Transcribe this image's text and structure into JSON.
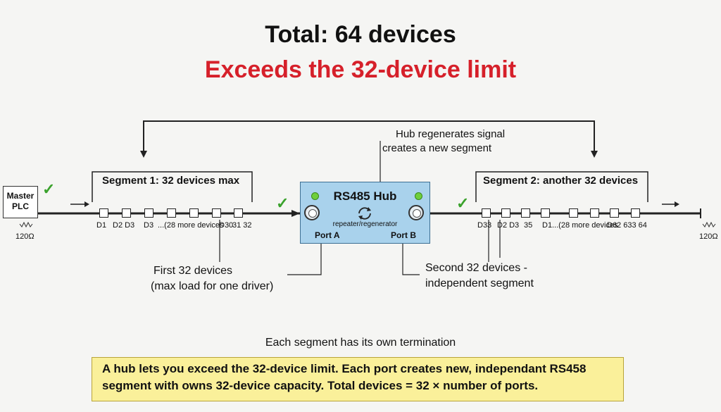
{
  "title": "Total: 64 devices",
  "subtitle": "Exceeds the 32-device limit",
  "colors": {
    "alert": "#d6202a",
    "hub_fill": "#a9d2ec",
    "check": "#3aa22c",
    "note_fill": "#faf09a"
  },
  "master": {
    "label_line1": "Master",
    "label_line2": "PLC",
    "termination": "120Ω"
  },
  "right_termination": "120Ω",
  "segment1": {
    "label": "Segment 1: 32 devices max",
    "device_labels": [
      "D1",
      "D2 D3",
      "D3",
      "...(28 more devices",
      "D30",
      "31 32"
    ],
    "callout_line1": "First 32 devices",
    "callout_line2": "(max load for one driver)"
  },
  "hub": {
    "title": "RS485 Hub",
    "subtitle": "repeater/regenerator",
    "port_a": "Port A",
    "port_b": "Port B",
    "callout_line1": "Hub regenerates signal",
    "callout_line2": "creates a new segment",
    "icon": "refresh-icon"
  },
  "segment2": {
    "label": "Segment 2: another 32 devices",
    "device_labels": [
      "D33",
      "D2 D3",
      "35",
      "D1",
      "...(28 more devices",
      "D62 633 64"
    ],
    "callout_line1": "Second 32 devices -",
    "callout_line2": "independent segment"
  },
  "termination_note": "Each segment has its own termination",
  "note_line1": "A hub lets you exceed the 32-device limit. Each port creates new, independant RS458",
  "note_line2": "segment with owns 32-device capacity. Total devices = 32 × number of ports."
}
